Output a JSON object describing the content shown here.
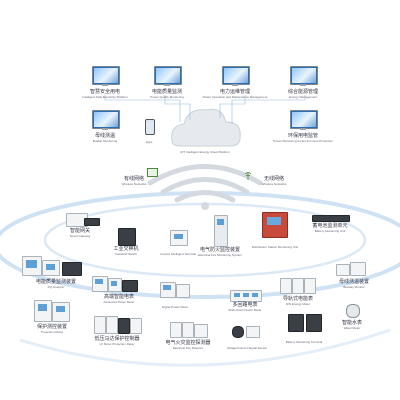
{
  "top_platforms": [
    {
      "zh": "智慧安全用电",
      "en": "Intelligent Safe Electricity Platform"
    },
    {
      "zh": "电能质量监测",
      "en": "Power Quality Monitoring"
    },
    {
      "zh": "电力运维管理",
      "en": "Power Operation and Maintenance Management"
    },
    {
      "zh": "综合能源管理",
      "en": "Energy Management"
    }
  ],
  "second_row": [
    {
      "zh": "母线测温",
      "en": "Busbar Monitoring"
    },
    {
      "zh": "",
      "en": "Apps"
    },
    {
      "zh": "环保用电监管",
      "en": "Power Monitoring for Environment Protection"
    }
  ],
  "cloud": {
    "zh": "",
    "en": "IOT Intelligent Energy Cloud Platform"
  },
  "wired": {
    "zh": "有线网络",
    "en": "Wireless Networks"
  },
  "wireless": {
    "zh": "无线网络",
    "en": "Wireless Networks"
  },
  "gateway_row": [
    {
      "zh": "智能网关",
      "en": "Smart Gateway"
    },
    {
      "zh": "工业交换机",
      "en": "Industrial Switch"
    },
    {
      "zh": "",
      "en": "Courier Intelligent Terminal"
    },
    {
      "zh": "电气防火监控装置",
      "en": "Electrical Fire Monitoring System"
    },
    {
      "zh": "",
      "en": "Distribution Station Monitoring Unit"
    },
    {
      "zh": "蓄电池监测单元",
      "en": "Battery Monitoring Unit"
    }
  ],
  "device_row1": [
    {
      "zh": "电能质量监测装置",
      "en": "PQ Analyzer"
    },
    {
      "zh": "高端智能电表",
      "en": "Advanced Power Meter"
    },
    {
      "zh": "",
      "en": "Digital Power Meter"
    },
    {
      "zh": "多回路电表",
      "en": "Multi-circuit Power Meter"
    },
    {
      "zh": "导轨式电能表",
      "en": "DIN Energy Meter"
    },
    {
      "zh": "母线测温装置",
      "en": "Busway Monitor"
    }
  ],
  "device_row2": [
    {
      "zh": "保护测控装置",
      "en": "Protection Relay"
    },
    {
      "zh": "低压马达保护控制器",
      "en": "LV Motor Protection Relay"
    },
    {
      "zh": "电气火灾监控探测器",
      "en": "Electrical Fire Detector"
    },
    {
      "zh": "",
      "en": "Voltage/Current Signal Sensor"
    },
    {
      "zh": "",
      "en": "Battery Monitoring Terminal"
    },
    {
      "zh": "智能水表",
      "en": "Water Meter"
    }
  ],
  "colors": {
    "arc": "#b9d6ef",
    "accent": "#2a6fb3",
    "wifi": "#d8dde3",
    "cloud": "#e7ebef"
  }
}
